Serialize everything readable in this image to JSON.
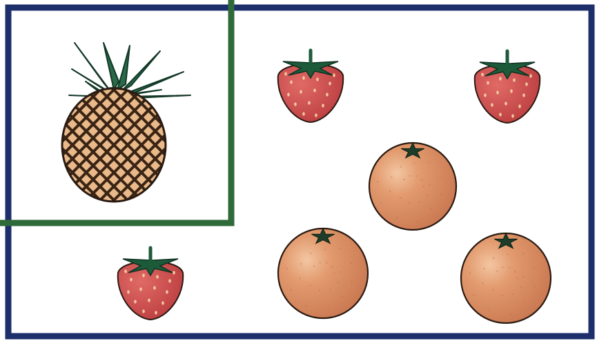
{
  "colors": {
    "background": "#ffffff",
    "outer_frame": "#1c2f6b",
    "inner_frame": "#2f6a3a",
    "strawberry_body": "#c9494a",
    "strawberry_seed": "#f2c9a0",
    "strawberry_leaf": "#1d5a3a",
    "orange_body": "#d2835a",
    "orange_highlight": "#f3c6a2",
    "orange_leaf": "#1d3d2a",
    "pineapple_body": "#e9b98a",
    "pineapple_grid": "#3a2414",
    "pineapple_leaf": "#2a6a4a",
    "outline": "#2a1a12"
  },
  "items": [
    {
      "type": "pineapple",
      "icon": "pineapple-icon"
    },
    {
      "type": "strawberry",
      "icon": "strawberry-icon"
    },
    {
      "type": "strawberry",
      "icon": "strawberry-icon"
    },
    {
      "type": "strawberry",
      "icon": "strawberry-icon"
    },
    {
      "type": "orange",
      "icon": "orange-icon"
    },
    {
      "type": "orange",
      "icon": "orange-icon"
    },
    {
      "type": "orange",
      "icon": "orange-icon"
    }
  ]
}
